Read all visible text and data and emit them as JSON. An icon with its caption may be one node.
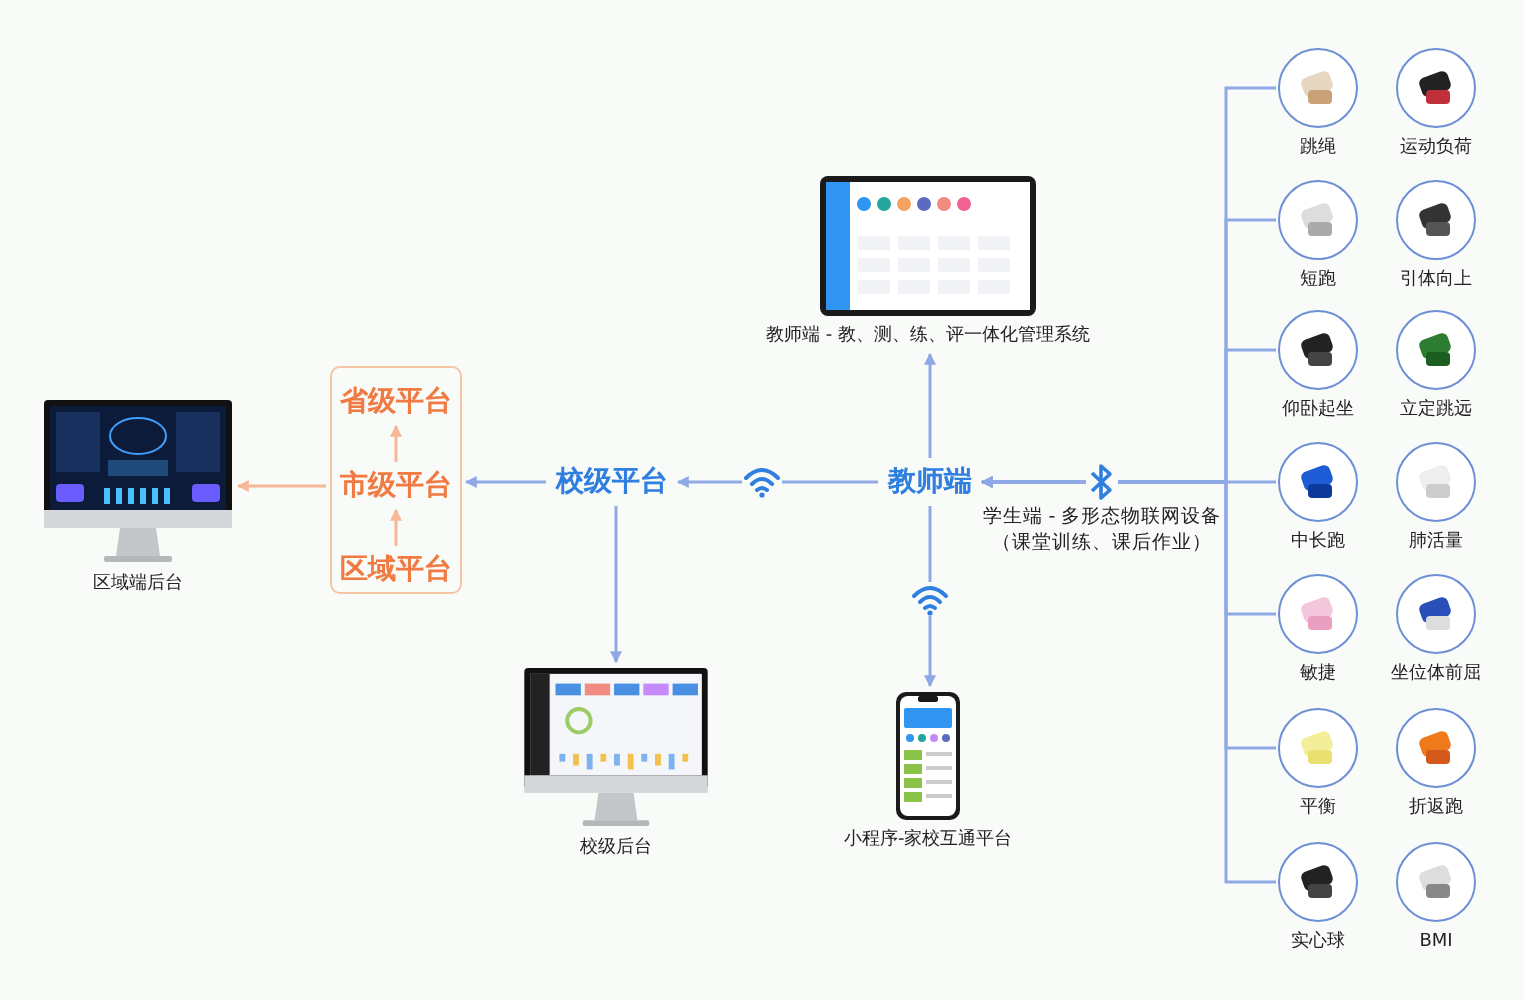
{
  "diagram": {
    "nodes": [
      {
        "text": [],
        "shape": "picture",
        "beside": [
          "区域端后台"
        ]
      },
      {
        "text": [],
        "shape": "box"
      },
      {
        "text": [
          "省级平台"
        ],
        "in": 1
      },
      {
        "text": [
          "市级平台"
        ],
        "in": 1
      },
      {
        "text": [
          "区域平台"
        ],
        "in": 1
      },
      {
        "text": [
          "校级平台"
        ]
      },
      {
        "text": [
          "教师端"
        ]
      },
      {
        "text": [],
        "shape": "picture",
        "beside": [
          "教师端 - 教、测、练、评一体化管理系统"
        ]
      },
      {
        "text": [],
        "shape": "picture",
        "beside": [
          "校级后台"
        ]
      },
      {
        "text": [],
        "shape": "picture",
        "beside": [
          "小程序-家校互通平台"
        ]
      },
      {
        "text": [],
        "shape": "picture",
        "beside": [
          "跳绳"
        ]
      },
      {
        "text": [],
        "shape": "picture",
        "beside": [
          "运动负荷"
        ]
      },
      {
        "text": [],
        "shape": "picture",
        "beside": [
          "短跑"
        ]
      },
      {
        "text": [],
        "shape": "picture",
        "beside": [
          "引体向上"
        ]
      },
      {
        "text": [],
        "shape": "picture",
        "beside": [
          "仰卧起坐"
        ]
      },
      {
        "text": [],
        "shape": "picture",
        "beside": [
          "立定跳远"
        ]
      },
      {
        "text": [],
        "shape": "picture",
        "beside": [
          "中长跑"
        ]
      },
      {
        "text": [],
        "shape": "picture",
        "beside": [
          "肺活量"
        ]
      },
      {
        "text": [],
        "shape": "picture",
        "beside": [
          "敏捷"
        ]
      },
      {
        "text": [],
        "shape": "picture",
        "beside": [
          "坐位体前屈"
        ]
      },
      {
        "text": [],
        "shape": "picture",
        "beside": [
          "平衡"
        ]
      },
      {
        "text": [],
        "shape": "picture",
        "beside": [
          "折返跑"
        ]
      },
      {
        "text": [],
        "shape": "picture",
        "beside": [
          "实心球"
        ]
      },
      {
        "text": [],
        "shape": "picture",
        "beside": [
          "BMI"
        ]
      }
    ],
    "edges": [
      {
        "from": 5,
        "to": 3,
        "arrow": "to"
      },
      {
        "from": 3,
        "to": 0,
        "arrow": "to",
        "color": "#f7b898"
      },
      {
        "from": 4,
        "to": 3,
        "arrow": "to",
        "color": "#f7b898"
      },
      {
        "from": 3,
        "to": 2,
        "arrow": "to",
        "color": "#f7b898"
      },
      {
        "from": 6,
        "to": 5,
        "arrow": "to"
      },
      {
        "from": 6,
        "to": 7,
        "arrow": "to"
      },
      {
        "from": 5,
        "to": 8,
        "arrow": "to"
      },
      {
        "from": 6,
        "to": 9,
        "arrow": "to"
      },
      {
        "from": 10,
        "to": 6,
        "arrow": "to"
      },
      {
        "from": 12,
        "to": 6,
        "arrow": "to"
      },
      {
        "from": 14,
        "to": 6,
        "arrow": "to"
      },
      {
        "from": 16,
        "to": 6,
        "arrow": "to"
      },
      {
        "from": 18,
        "to": 6,
        "arrow": "to"
      },
      {
        "from": 20,
        "to": 6,
        "arrow": "to"
      },
      {
        "from": 22,
        "to": 6,
        "arrow": "to"
      }
    ],
    "labels": [
      "学生端 - 多形态物联网设备（课堂训练、课后作业）"
    ]
  }
}
